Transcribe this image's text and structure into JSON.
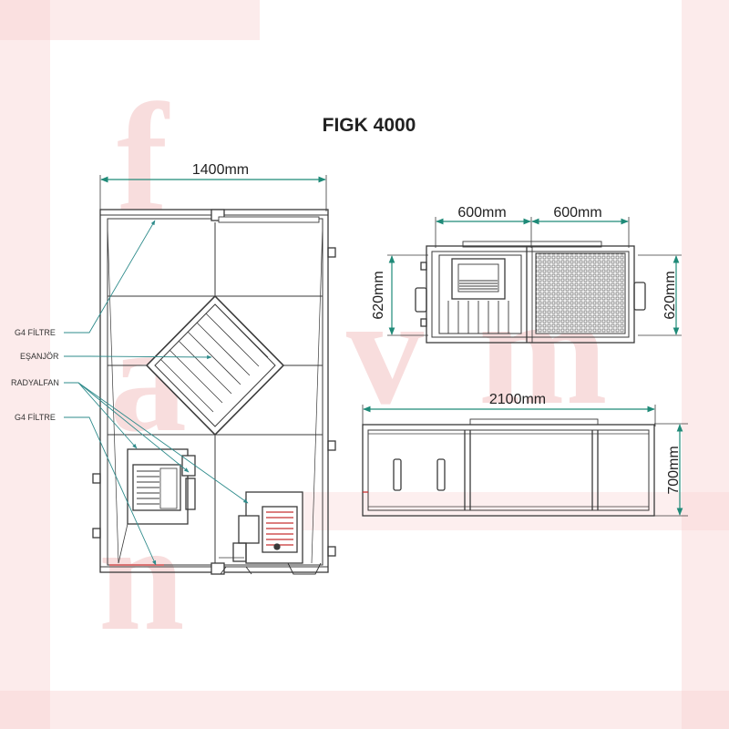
{
  "title": "FIGK 4000",
  "dimensions": {
    "plan_width": "1400mm",
    "top_width_left": "600mm",
    "top_width_right": "600mm",
    "top_height_left": "620mm",
    "top_height_right": "620mm",
    "side_length": "2100mm",
    "side_height": "700mm"
  },
  "labels": {
    "filter_top": "G4 FİLTRE",
    "exchanger": "EŞANJÖR",
    "radial_fan": "RADYALFAN",
    "filter_bottom": "G4 FİLTRE"
  },
  "watermark": {
    "letters": [
      "f",
      "a",
      "v",
      "m",
      "n"
    ]
  },
  "colors": {
    "line": "#3a3a3a",
    "dimension": "#1f8a78",
    "leader": "#2e8b8b",
    "watermark": "#f3c9c9",
    "accent_red": "#c83232"
  }
}
